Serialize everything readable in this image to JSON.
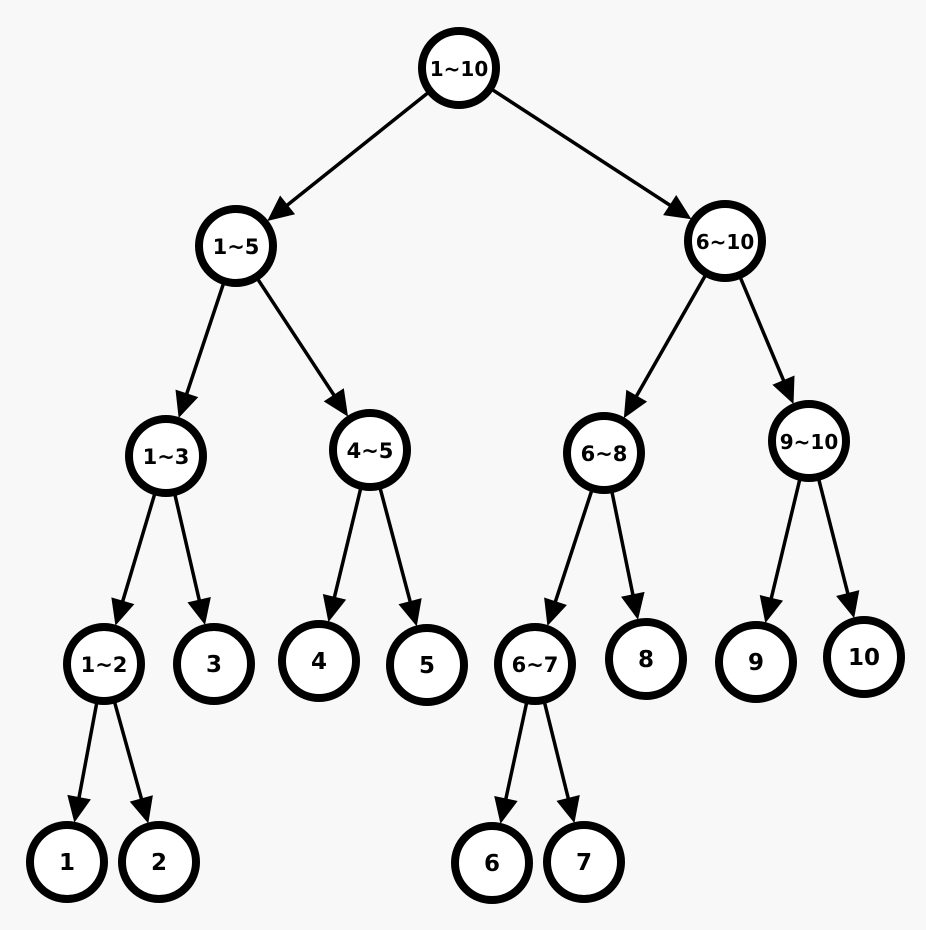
{
  "diagram": {
    "type": "tree",
    "colors": {
      "background": "#f8f8f8",
      "node_fill": "#ffffff",
      "stroke": "#000000",
      "text": "#000000"
    },
    "nodes": [
      {
        "id": "n1_10",
        "label": "1~10"
      },
      {
        "id": "n1_5",
        "label": "1~5"
      },
      {
        "id": "n6_10",
        "label": "6~10"
      },
      {
        "id": "n1_3",
        "label": "1~3"
      },
      {
        "id": "n4_5",
        "label": "4~5"
      },
      {
        "id": "n6_8",
        "label": "6~8"
      },
      {
        "id": "n9_10",
        "label": "9~10"
      },
      {
        "id": "n1_2",
        "label": "1~2"
      },
      {
        "id": "n3",
        "label": "3"
      },
      {
        "id": "n4",
        "label": "4"
      },
      {
        "id": "n5",
        "label": "5"
      },
      {
        "id": "n6_7",
        "label": "6~7"
      },
      {
        "id": "n8",
        "label": "8"
      },
      {
        "id": "n9",
        "label": "9"
      },
      {
        "id": "n10",
        "label": "10"
      },
      {
        "id": "n1",
        "label": "1"
      },
      {
        "id": "n2",
        "label": "2"
      },
      {
        "id": "n6",
        "label": "6"
      },
      {
        "id": "n7",
        "label": "7"
      }
    ],
    "edges": [
      {
        "from": "n1_10",
        "to": "n1_5"
      },
      {
        "from": "n1_10",
        "to": "n6_10"
      },
      {
        "from": "n1_5",
        "to": "n1_3"
      },
      {
        "from": "n1_5",
        "to": "n4_5"
      },
      {
        "from": "n6_10",
        "to": "n6_8"
      },
      {
        "from": "n6_10",
        "to": "n9_10"
      },
      {
        "from": "n1_3",
        "to": "n1_2"
      },
      {
        "from": "n1_3",
        "to": "n3"
      },
      {
        "from": "n4_5",
        "to": "n4"
      },
      {
        "from": "n4_5",
        "to": "n5"
      },
      {
        "from": "n6_8",
        "to": "n6_7"
      },
      {
        "from": "n6_8",
        "to": "n8"
      },
      {
        "from": "n9_10",
        "to": "n9"
      },
      {
        "from": "n9_10",
        "to": "n10"
      },
      {
        "from": "n1_2",
        "to": "n1"
      },
      {
        "from": "n1_2",
        "to": "n2"
      },
      {
        "from": "n6_7",
        "to": "n6"
      },
      {
        "from": "n6_7",
        "to": "n7"
      }
    ]
  }
}
